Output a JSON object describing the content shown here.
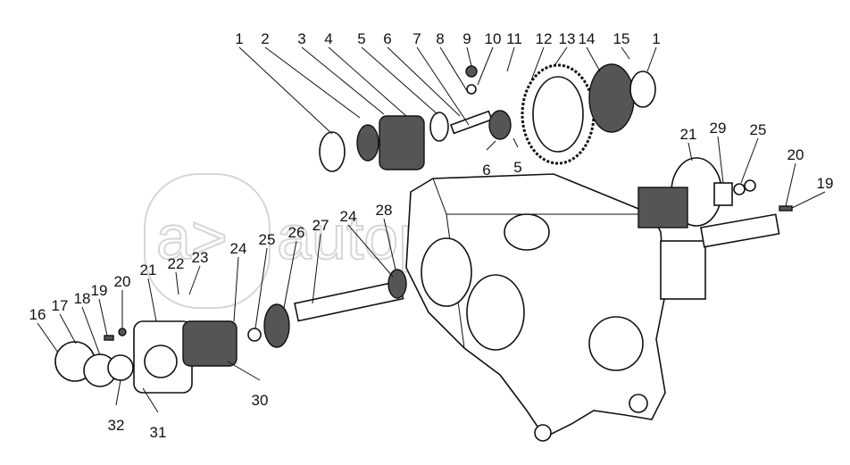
{
  "watermark": {
    "logo": "a>",
    "text": "autopiter.ru"
  },
  "callouts": [
    "1",
    "2",
    "3",
    "4",
    "5",
    "6",
    "7",
    "8",
    "9",
    "10",
    "11",
    "12",
    "13",
    "14",
    "15",
    "1",
    "5",
    "6",
    "21",
    "29",
    "25",
    "20",
    "19",
    "24",
    "28",
    "26",
    "27",
    "25",
    "24",
    "21",
    "22",
    "23",
    "20",
    "19",
    "18",
    "17",
    "16",
    "30",
    "32",
    "31"
  ]
}
